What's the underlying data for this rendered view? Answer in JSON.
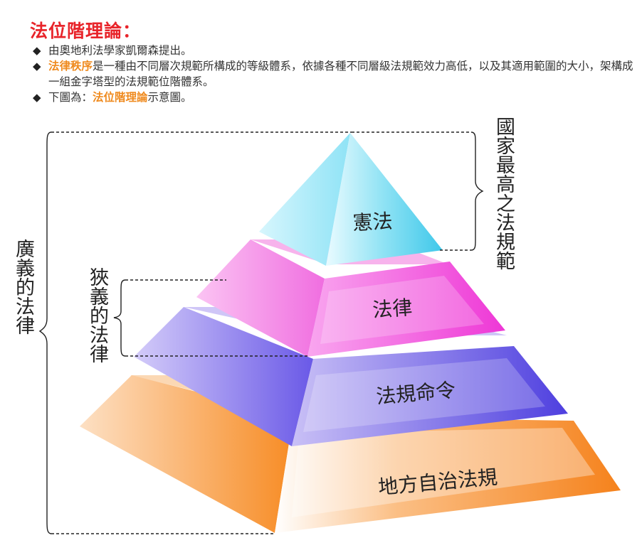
{
  "title": "法位階理論：",
  "bullets": {
    "b1": "由奧地利法學家凱爾森提出。",
    "b2_hl": "法律秩序",
    "b2_rest": "是一種由不同層次規範所構成的等級體系，依據各種不同層級法規範效力高低，以及其適用範圍的大小，架構成一組金字塔型的法規範位階體系。",
    "b3_pre": "下圖為：",
    "b3_hl": "法位階理論",
    "b3_post": "示意圖。"
  },
  "pyramid": {
    "levels": [
      "憲法",
      "法律",
      "法規命令",
      "地方自治法規"
    ]
  },
  "labels": {
    "top_right": "國家最高之法規範",
    "narrow": "狹義的法律",
    "broad": "廣義的法律"
  },
  "colors": {
    "title": "#e8242a",
    "highlight": "#ef8a1e",
    "level1": "#5fd3ee",
    "level2": "#ee3bd8",
    "level3": "#5a4ae6",
    "level4": "#f5881f"
  }
}
